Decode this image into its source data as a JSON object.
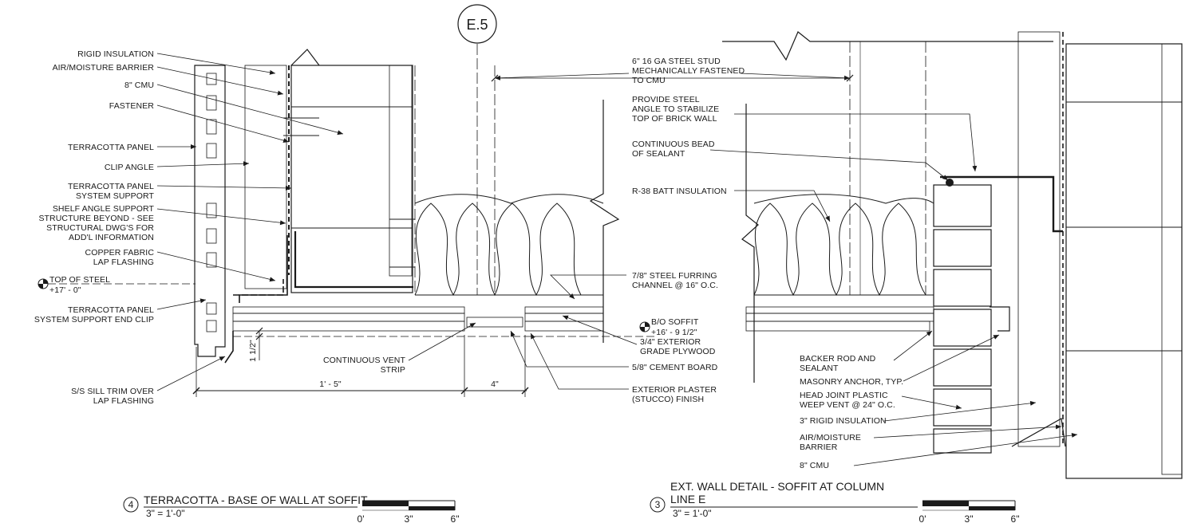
{
  "grid_bubble": "E.5",
  "left_labels": [
    [
      "RIGID INSULATION"
    ],
    [
      "AIR/MOISTURE BARRIER"
    ],
    [
      "8\" CMU"
    ],
    [
      "FASTENER"
    ],
    [
      "TERRACOTTA PANEL"
    ],
    [
      "CLIP ANGLE"
    ],
    [
      "TERRACOTTA PANEL",
      "SYSTEM SUPPORT"
    ],
    [
      "SHELF ANGLE SUPPORT",
      "STRUCTURE BEYOND - SEE",
      "STRUCTURAL DWG'S FOR",
      "ADD'L INFORMATION"
    ],
    [
      "COPPER FABRIC",
      "LAP FLASHING"
    ],
    [
      "TERRACOTTA PANEL",
      "SYSTEM SUPPORT END CLIP"
    ],
    [
      "S/S SILL TRIM OVER",
      "LAP FLASHING"
    ]
  ],
  "elevation_tags": {
    "top_of_steel": [
      "TOP OF STEEL",
      "+17' - 0\""
    ],
    "bo_soffit": [
      "B/O SOFFIT",
      "+16' - 9 1/2\""
    ]
  },
  "dims": {
    "span_a": "1' - 5\"",
    "span_b": "4\"",
    "small": "1 1/2\""
  },
  "center_labels": [
    [
      "6\" 16 GA STEEL STUD",
      "MECHANICALLY FASTENED",
      "TO CMU"
    ],
    [
      "PROVIDE STEEL",
      "ANGLE TO STABILIZE",
      "TOP OF BRICK WALL"
    ],
    [
      "CONTINUOUS BEAD",
      "OF SEALANT"
    ],
    [
      "R-38 BATT INSULATION"
    ],
    [
      "7/8\" STEEL FURRING",
      "CHANNEL @ 16\" O.C."
    ],
    [
      "3/4\" EXTERIOR",
      "GRADE PLYWOOD"
    ],
    [
      "5/8\" CEMENT BOARD"
    ],
    [
      "EXTERIOR PLASTER",
      "(STUCCO) FINISH"
    ],
    [
      "CONTINUOUS VENT",
      "STRIP"
    ]
  ],
  "right_labels": [
    [
      "BACKER ROD AND",
      "SEALANT"
    ],
    [
      "MASONRY ANCHOR, TYP."
    ],
    [
      "HEAD JOINT PLASTIC",
      "WEEP VENT @ 24\" O.C."
    ],
    [
      "3\" RIGID INSULATION"
    ],
    [
      "AIR/MOISTURE",
      "BARRIER"
    ],
    [
      "8\" CMU"
    ]
  ],
  "title_left": {
    "num": "4",
    "lines": [
      "TERRACOTTA - BASE OF WALL AT SOFFIT"
    ],
    "scale": "3\" = 1'-0\""
  },
  "title_right": {
    "num": "3",
    "lines": [
      "EXT. WALL DETAIL - SOFFIT AT COLUMN",
      "LINE E"
    ],
    "scale": "3\" = 1'-0\""
  },
  "scale_bar": [
    "0'",
    "3\"",
    "6\""
  ]
}
